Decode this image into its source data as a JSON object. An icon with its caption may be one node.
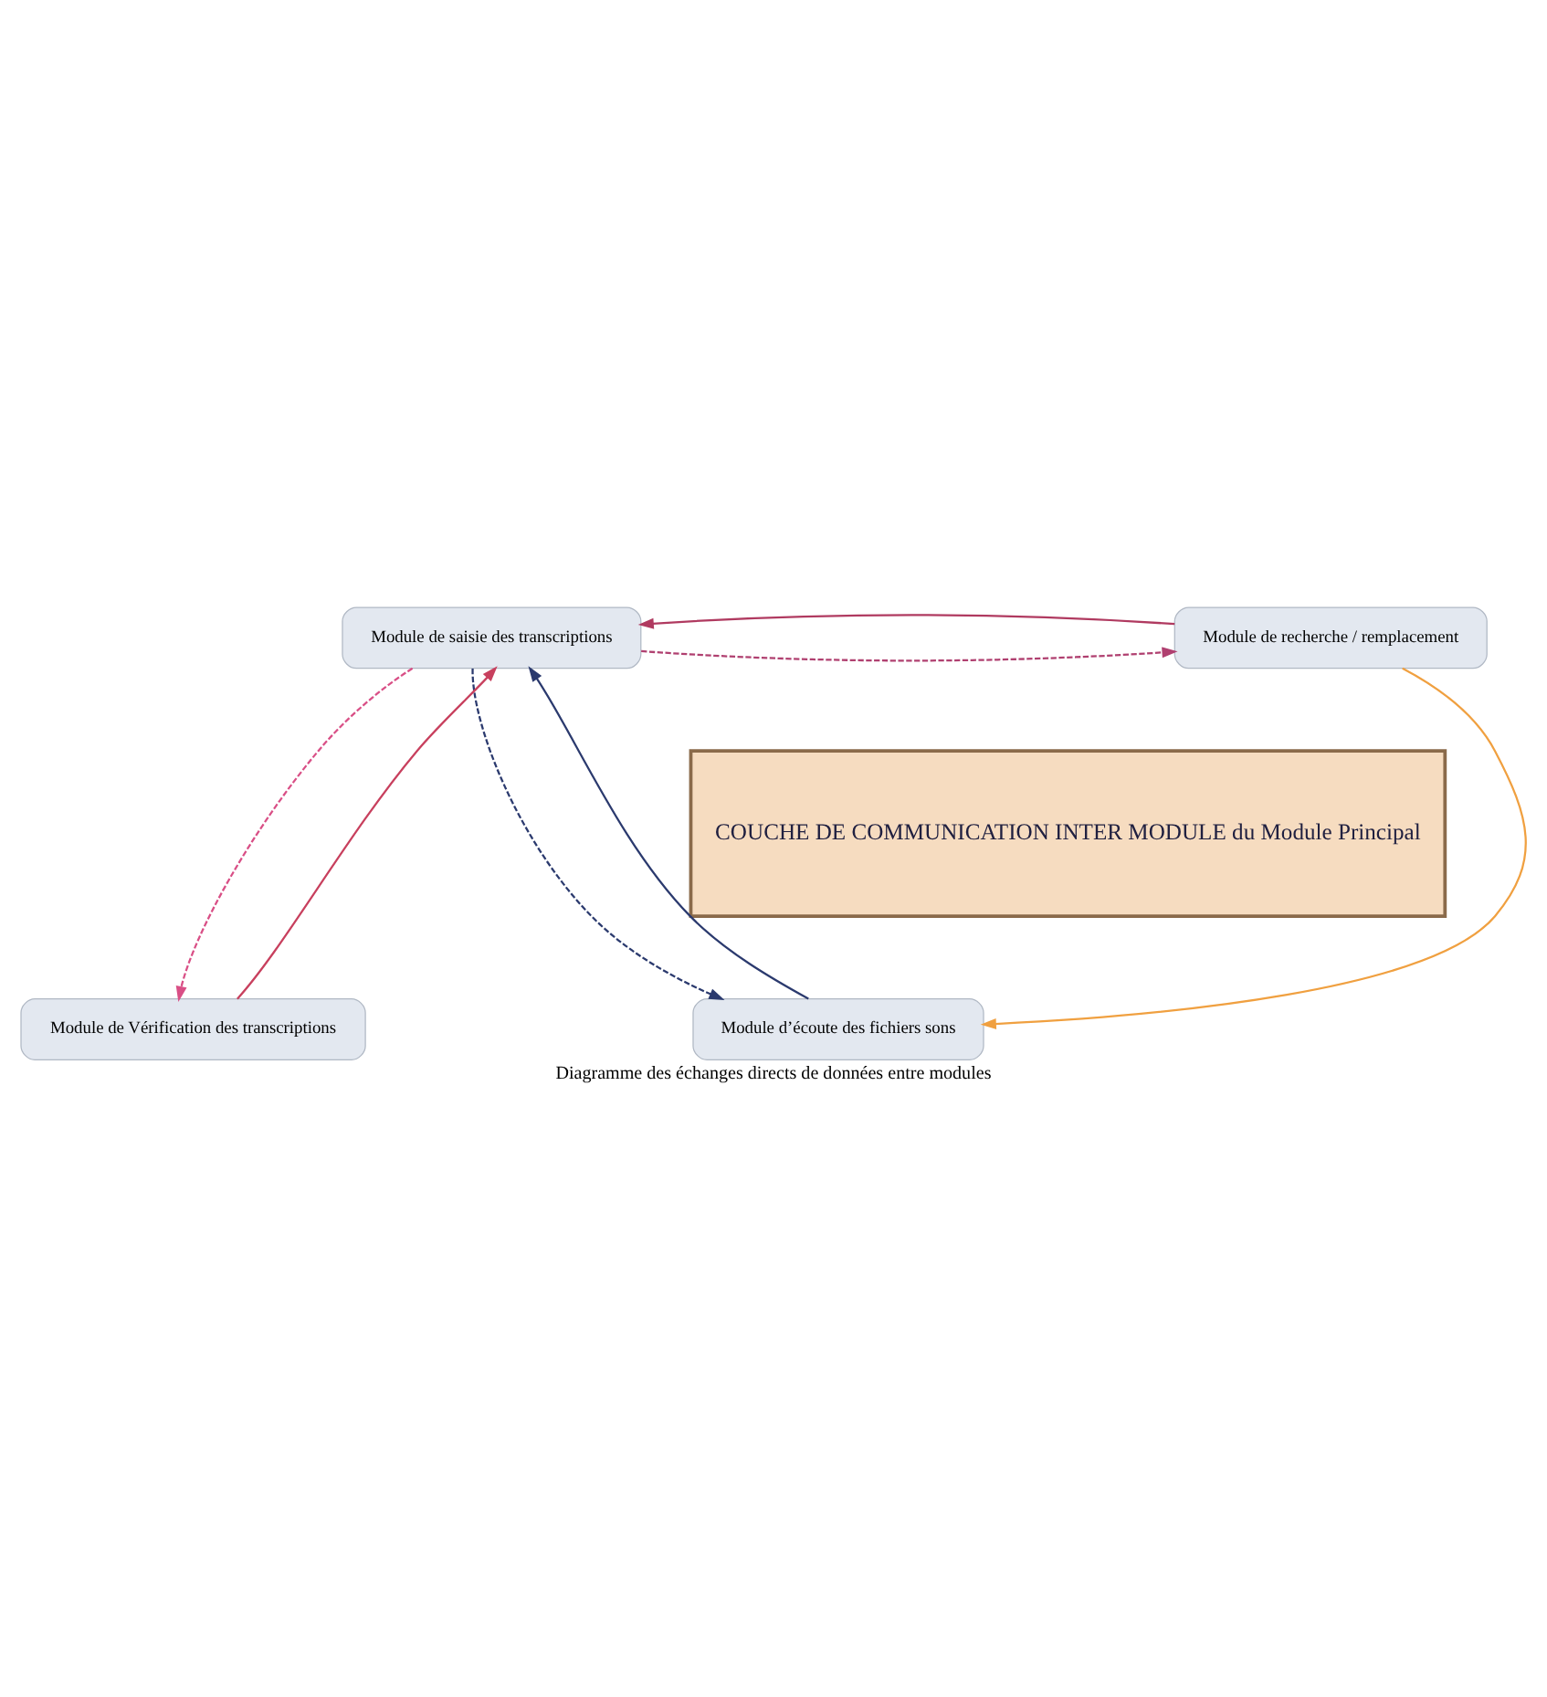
{
  "diagram": {
    "caption": "Diagramme des échanges directs de données entre modules",
    "nodes": [
      {
        "text": [
          "Module de saisie des transcriptions"
        ]
      },
      {
        "text": [
          "Module de recherche / remplacement"
        ]
      },
      {
        "text": [
          "COUCHE DE COMMUNICATION INTER MODULE du Module Principal"
        ]
      },
      {
        "text": [
          "Module de Vérification des transcriptions"
        ]
      },
      {
        "text": [
          "Module d’écoute des fichiers sons"
        ]
      }
    ],
    "edges": [
      {
        "from": 0,
        "to": 3,
        "arrow": "to",
        "style": "dashed",
        "color": "#d94f86"
      },
      {
        "from": 3,
        "to": 0,
        "arrow": "to",
        "color": "#c8405e"
      },
      {
        "from": 4,
        "to": 0,
        "arrow": "to",
        "color": "#2b3a6e"
      },
      {
        "from": 0,
        "to": 4,
        "arrow": "to",
        "style": "dashed",
        "color": "#2b3a6e"
      },
      {
        "from": 0,
        "to": 1,
        "arrow": "to",
        "style": "dashed",
        "color": "#b04070"
      },
      {
        "from": 1,
        "to": 0,
        "arrow": "to",
        "color": "#b03a60"
      },
      {
        "from": 1,
        "to": 4,
        "arrow": "to",
        "color": "#f0a040"
      }
    ]
  }
}
